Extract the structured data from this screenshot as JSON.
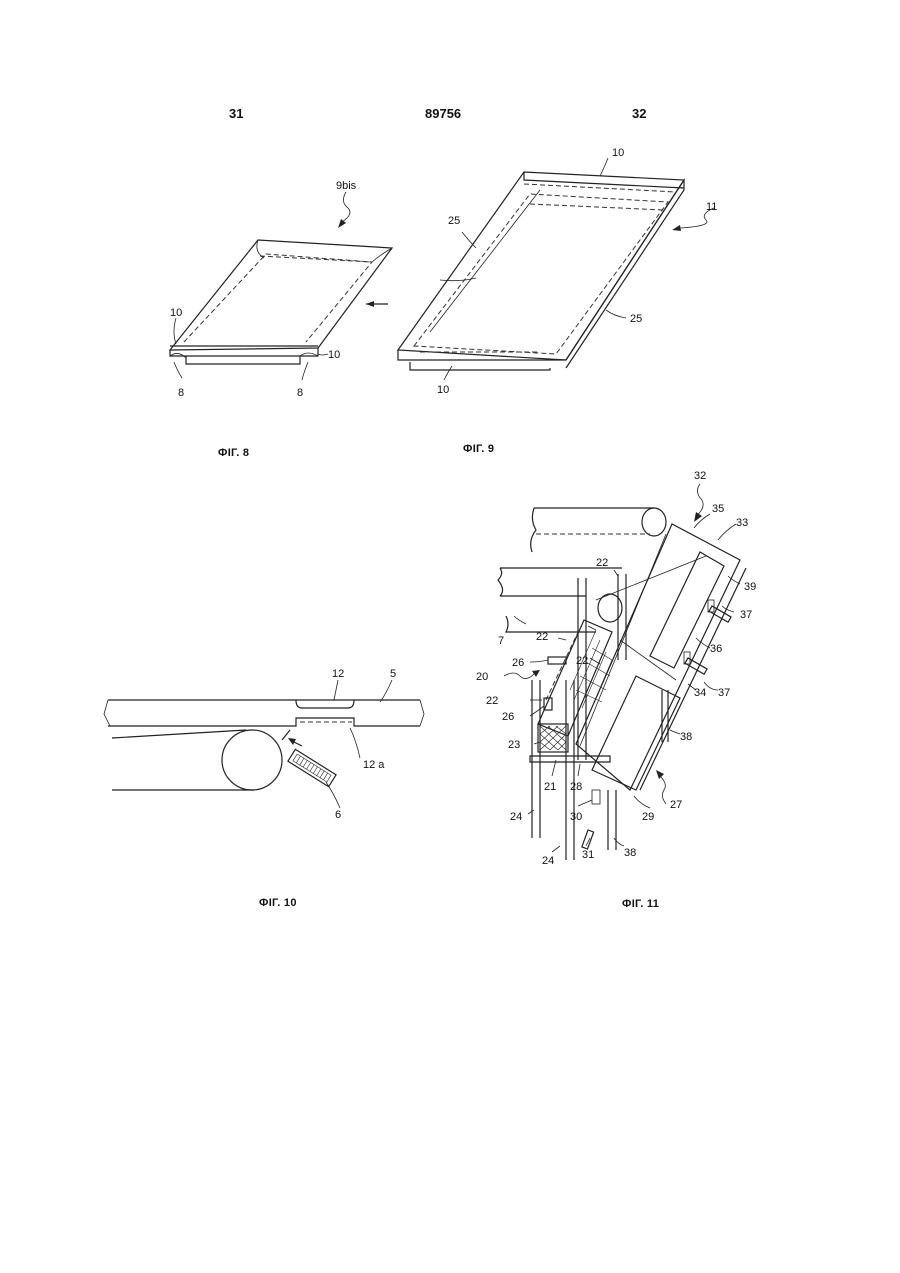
{
  "header": {
    "page_left": "31",
    "patent_number": "89756",
    "page_right": "32"
  },
  "figures": [
    {
      "id": "fig8",
      "caption": "ФIГ. 8",
      "labels": [
        "9bis",
        "10",
        "10",
        "8",
        "8"
      ]
    },
    {
      "id": "fig9",
      "caption": "ФIГ. 9",
      "labels": [
        "10",
        "11",
        "25",
        "25",
        "10"
      ]
    },
    {
      "id": "fig10",
      "caption": "ФIГ. 10",
      "labels": [
        "12",
        "5",
        "12 a",
        "6"
      ]
    },
    {
      "id": "fig11",
      "caption": "ФIГ. 11",
      "labels": [
        "32",
        "35",
        "33",
        "22",
        "39",
        "7",
        "22",
        "37",
        "26",
        "22",
        "36",
        "20",
        "22",
        "34",
        "37",
        "26",
        "38",
        "23",
        "21",
        "28",
        "27",
        "30",
        "29",
        "24",
        "31",
        "24",
        "38"
      ]
    }
  ]
}
